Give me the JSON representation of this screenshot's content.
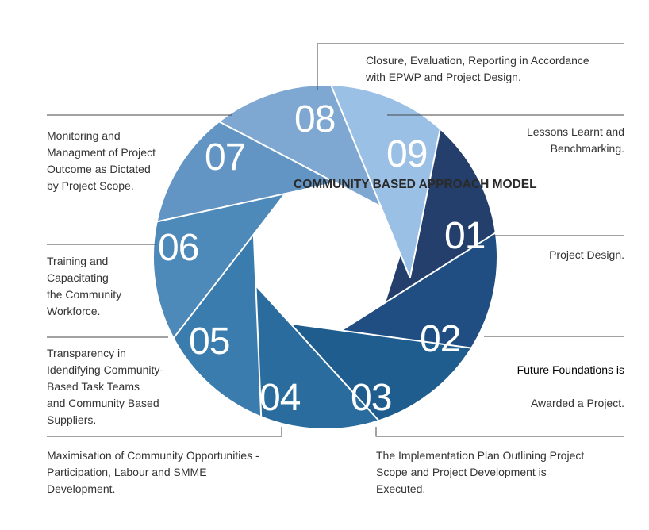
{
  "title": "COMMUNITY BASED APPROACH MODEL",
  "colors": {
    "segments": [
      "#253f6d",
      "#214e82",
      "#1f5d8e",
      "#2a6c9d",
      "#3a7cad",
      "#4d89b9",
      "#6295c4",
      "#7ea7d2",
      "#9bc0e6"
    ],
    "connector_line": "#444444",
    "label_text": "#333333"
  },
  "steps": [
    {
      "number": "01",
      "label": "Project Design."
    },
    {
      "number": "02",
      "label_line1": "Future Foundations is",
      "label_line2": "Awarded a Project."
    },
    {
      "number": "03",
      "label": "The Implementation Plan Outlining Project\nScope and Project Development is\nExecuted."
    },
    {
      "number": "04",
      "label": "Maximisation of Community Opportunities -\nParticipation, Labour and SMME\nDevelopment."
    },
    {
      "number": "05",
      "label": "Transparency in\nIdendifying Community-\nBased Task Teams\nand Community Based\nSuppliers."
    },
    {
      "number": "06",
      "label": "Training and\nCapacitating\nthe Community\nWorkforce."
    },
    {
      "number": "07",
      "label": "Monitoring and\nManagment of Project\nOutcome as Dictated\nby Project Scope."
    },
    {
      "number": "08",
      "label": "Closure, Evaluation, Reporting in Accordance\nwith EPWP and Project Design."
    },
    {
      "number": "09",
      "label": "Lessons Learnt and\nBenchmarking."
    }
  ]
}
